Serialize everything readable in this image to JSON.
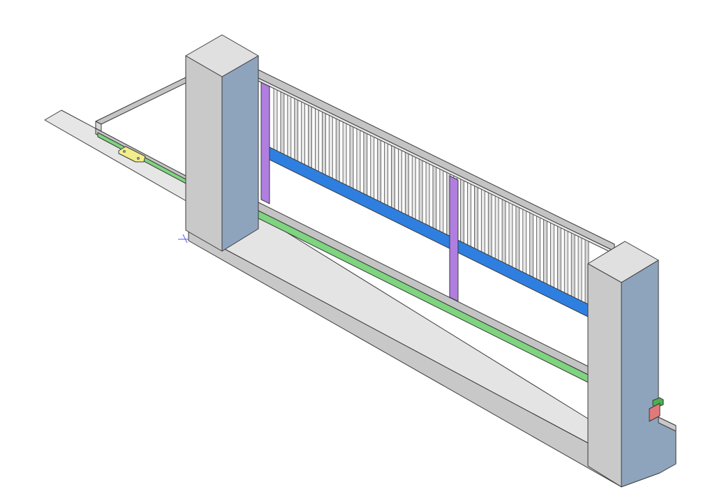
{
  "view": {
    "kind": "isometric-3d-model",
    "subject": "sliding-gate-with-pillars"
  },
  "colors": {
    "background": "#ffffff",
    "concrete_top": "#e4e4e4",
    "concrete_side": "#c8c8c8",
    "concrete_dark": "#b9b9b9",
    "pillar_front": "#c9c9c9",
    "pillar_side": "#8ea4bd",
    "pillar_top": "#e0e0e0",
    "frame_steel": "#c4c4c4",
    "frame_steel_light": "#e8e8e8",
    "bottom_rail": "#7fd47f",
    "middle_rail": "#2f7fe0",
    "posts": "#b07ee0",
    "limit_plate": "#f2ee8a",
    "motor_box": "#e07a7a",
    "motor_cap": "#4caf50",
    "origin_marker": "#5555ff"
  },
  "gate": {
    "picket_count": 46,
    "post_count": 2
  }
}
